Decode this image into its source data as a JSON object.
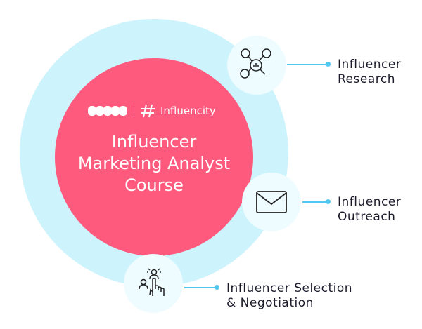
{
  "center": {
    "title_lines": [
      "Influencer",
      "Marketing Analyst",
      "Course"
    ],
    "brand": "Influencity"
  },
  "nodes": [
    {
      "label_lines": [
        "Influencer",
        "Research"
      ],
      "icon": "research-network-icon"
    },
    {
      "label_lines": [
        "Influencer",
        "Outreach"
      ],
      "icon": "envelope-icon"
    },
    {
      "label_lines": [
        "Influencer Selection",
        "& Negotiation"
      ],
      "icon": "hand-select-person-icon"
    }
  ],
  "colors": {
    "pink": "#fd5a7d",
    "light_blue": "#cdf3fc",
    "accent": "#4fc8ef"
  }
}
